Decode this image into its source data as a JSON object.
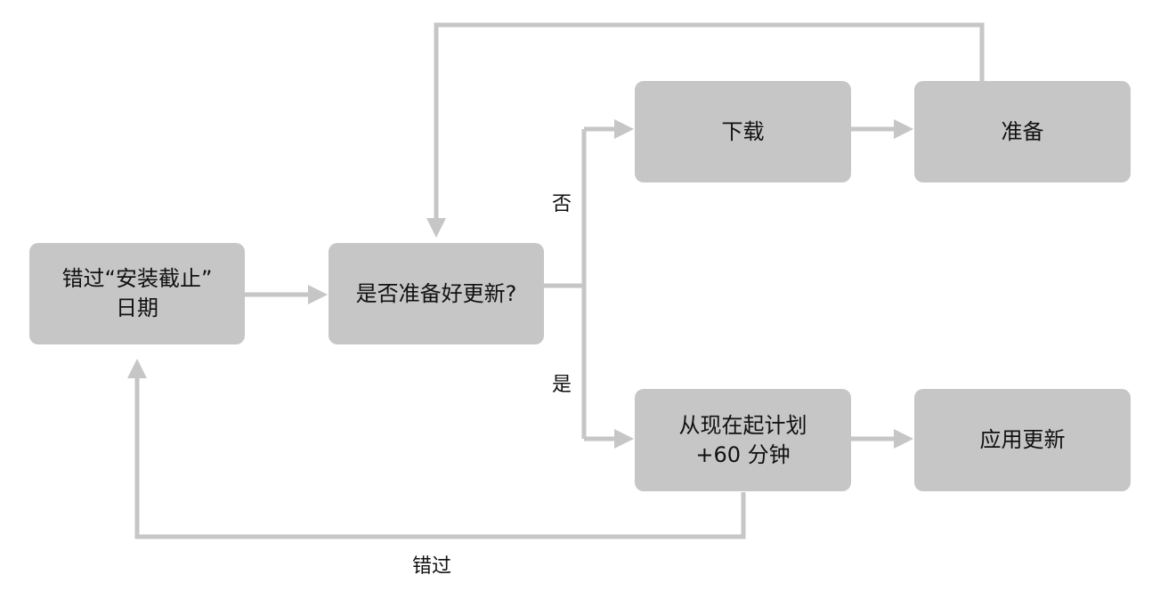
{
  "diagram": {
    "nodes": {
      "missed_deadline": {
        "lines": [
          "错过“安装截止”",
          "日期"
        ]
      },
      "ready_check": {
        "lines": [
          "是否准备好更新?"
        ]
      },
      "download": {
        "lines": [
          "下载"
        ]
      },
      "prepare": {
        "lines": [
          "准备"
        ]
      },
      "schedule": {
        "lines": [
          "从现在起计划",
          "+60 分钟"
        ]
      },
      "apply": {
        "lines": [
          "应用更新"
        ]
      }
    },
    "edge_labels": {
      "no": "否",
      "yes": "是",
      "missed": "错过"
    },
    "colors": {
      "node_fill": "#c6c6c6",
      "connector": "#c6c6c6",
      "text": "#111111",
      "background": "#ffffff"
    }
  }
}
